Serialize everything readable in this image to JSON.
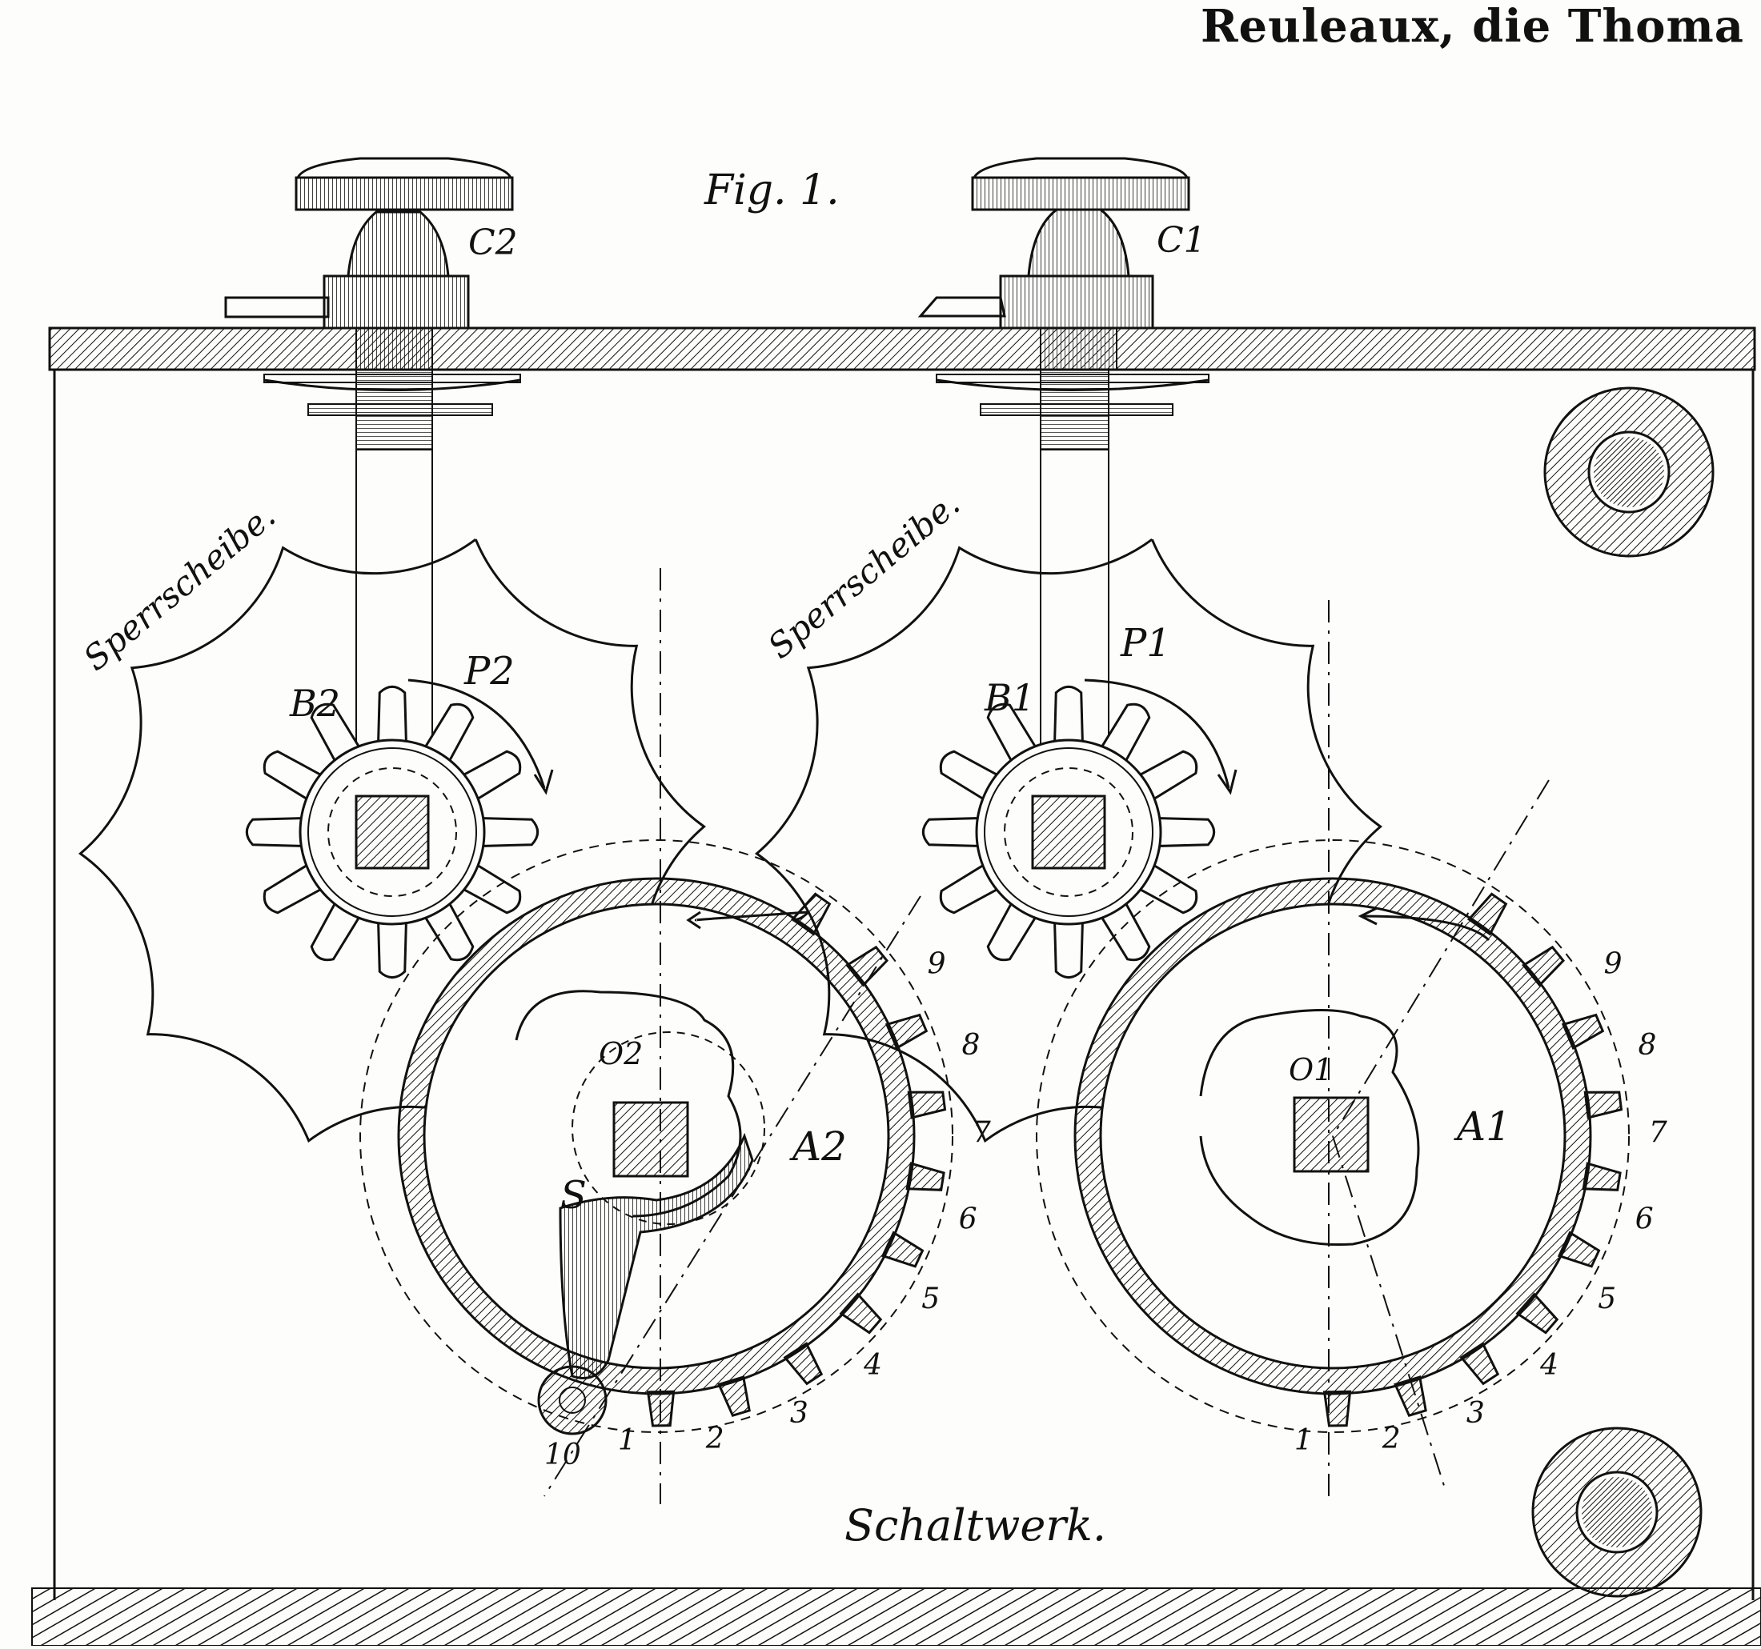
{
  "header": {
    "text": "Reuleaux, die Thoma"
  },
  "figure": {
    "label": "Fig. 1."
  },
  "labels": {
    "knob_left": "C2",
    "knob_right": "C1",
    "sperrscheibe_left": "Sperrscheibe.",
    "sperrscheibe_right": "Sperrscheibe.",
    "p_left": "P2",
    "p_right": "P1",
    "b_left": "B2",
    "b_right": "B1",
    "a_left": "A2",
    "a_right": "A1",
    "o_left": "O2",
    "o_right": "O1",
    "s_left": "S",
    "caption": "Schaltwerk."
  },
  "tooth_numbers_left": [
    "1",
    "2",
    "3",
    "4",
    "5",
    "6",
    "7",
    "8",
    "9",
    "10"
  ],
  "tooth_numbers_right": [
    "1",
    "2",
    "3",
    "4",
    "5",
    "6",
    "7",
    "8",
    "9"
  ],
  "colors": {
    "ink": "#111111",
    "paper": "#fdfdfb"
  }
}
